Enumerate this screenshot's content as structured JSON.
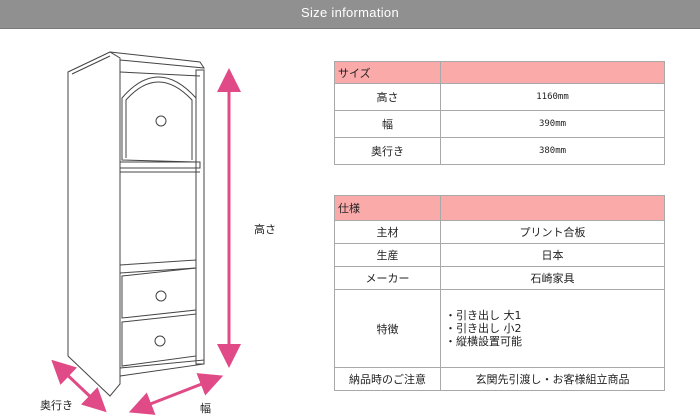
{
  "header": {
    "title": "Size information"
  },
  "drawing": {
    "height_label": "高さ",
    "depth_label": "奥行き",
    "width_label": "幅",
    "arrow_color": "#e04a86"
  },
  "size_table": {
    "title": "サイズ",
    "rows": [
      {
        "label": "高さ",
        "value": "1160mm"
      },
      {
        "label": "幅",
        "value": "390mm"
      },
      {
        "label": "奥行き",
        "value": "380mm"
      }
    ]
  },
  "spec_table": {
    "title": "仕様",
    "rows": [
      {
        "label": "主材",
        "value": "プリント合板"
      },
      {
        "label": "生産",
        "value": "日本"
      },
      {
        "label": "メーカー",
        "value": "石崎家具"
      }
    ],
    "features_label": "特徴",
    "features": [
      "・引き出し 大1",
      "・引き出し 小2",
      "・縦横設置可能"
    ],
    "delivery_label": "納品時のご注意",
    "delivery_value": "玄関先引渡し・お客様組立商品"
  }
}
